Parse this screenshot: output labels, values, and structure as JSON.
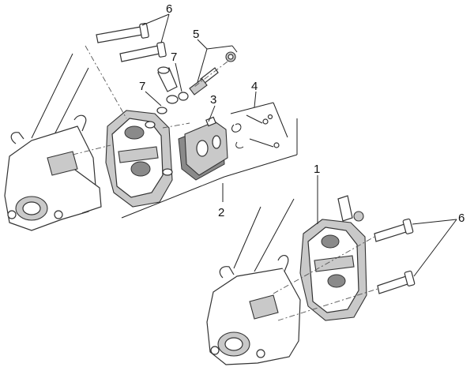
{
  "callouts": [
    {
      "id": "c6_top",
      "text": "6"
    },
    {
      "id": "c5",
      "text": "5"
    },
    {
      "id": "c7_a",
      "text": "7"
    },
    {
      "id": "c7_b",
      "text": "7"
    },
    {
      "id": "c3",
      "text": "3"
    },
    {
      "id": "c4",
      "text": "4"
    },
    {
      "id": "c2",
      "text": "2"
    },
    {
      "id": "c1",
      "text": "1"
    },
    {
      "id": "c6_right",
      "text": "6"
    }
  ],
  "colors": {
    "line": "#222222",
    "part_fill": "#ffffff",
    "shade": "#c9c9c9",
    "dark_shade": "#8a8a8a"
  }
}
